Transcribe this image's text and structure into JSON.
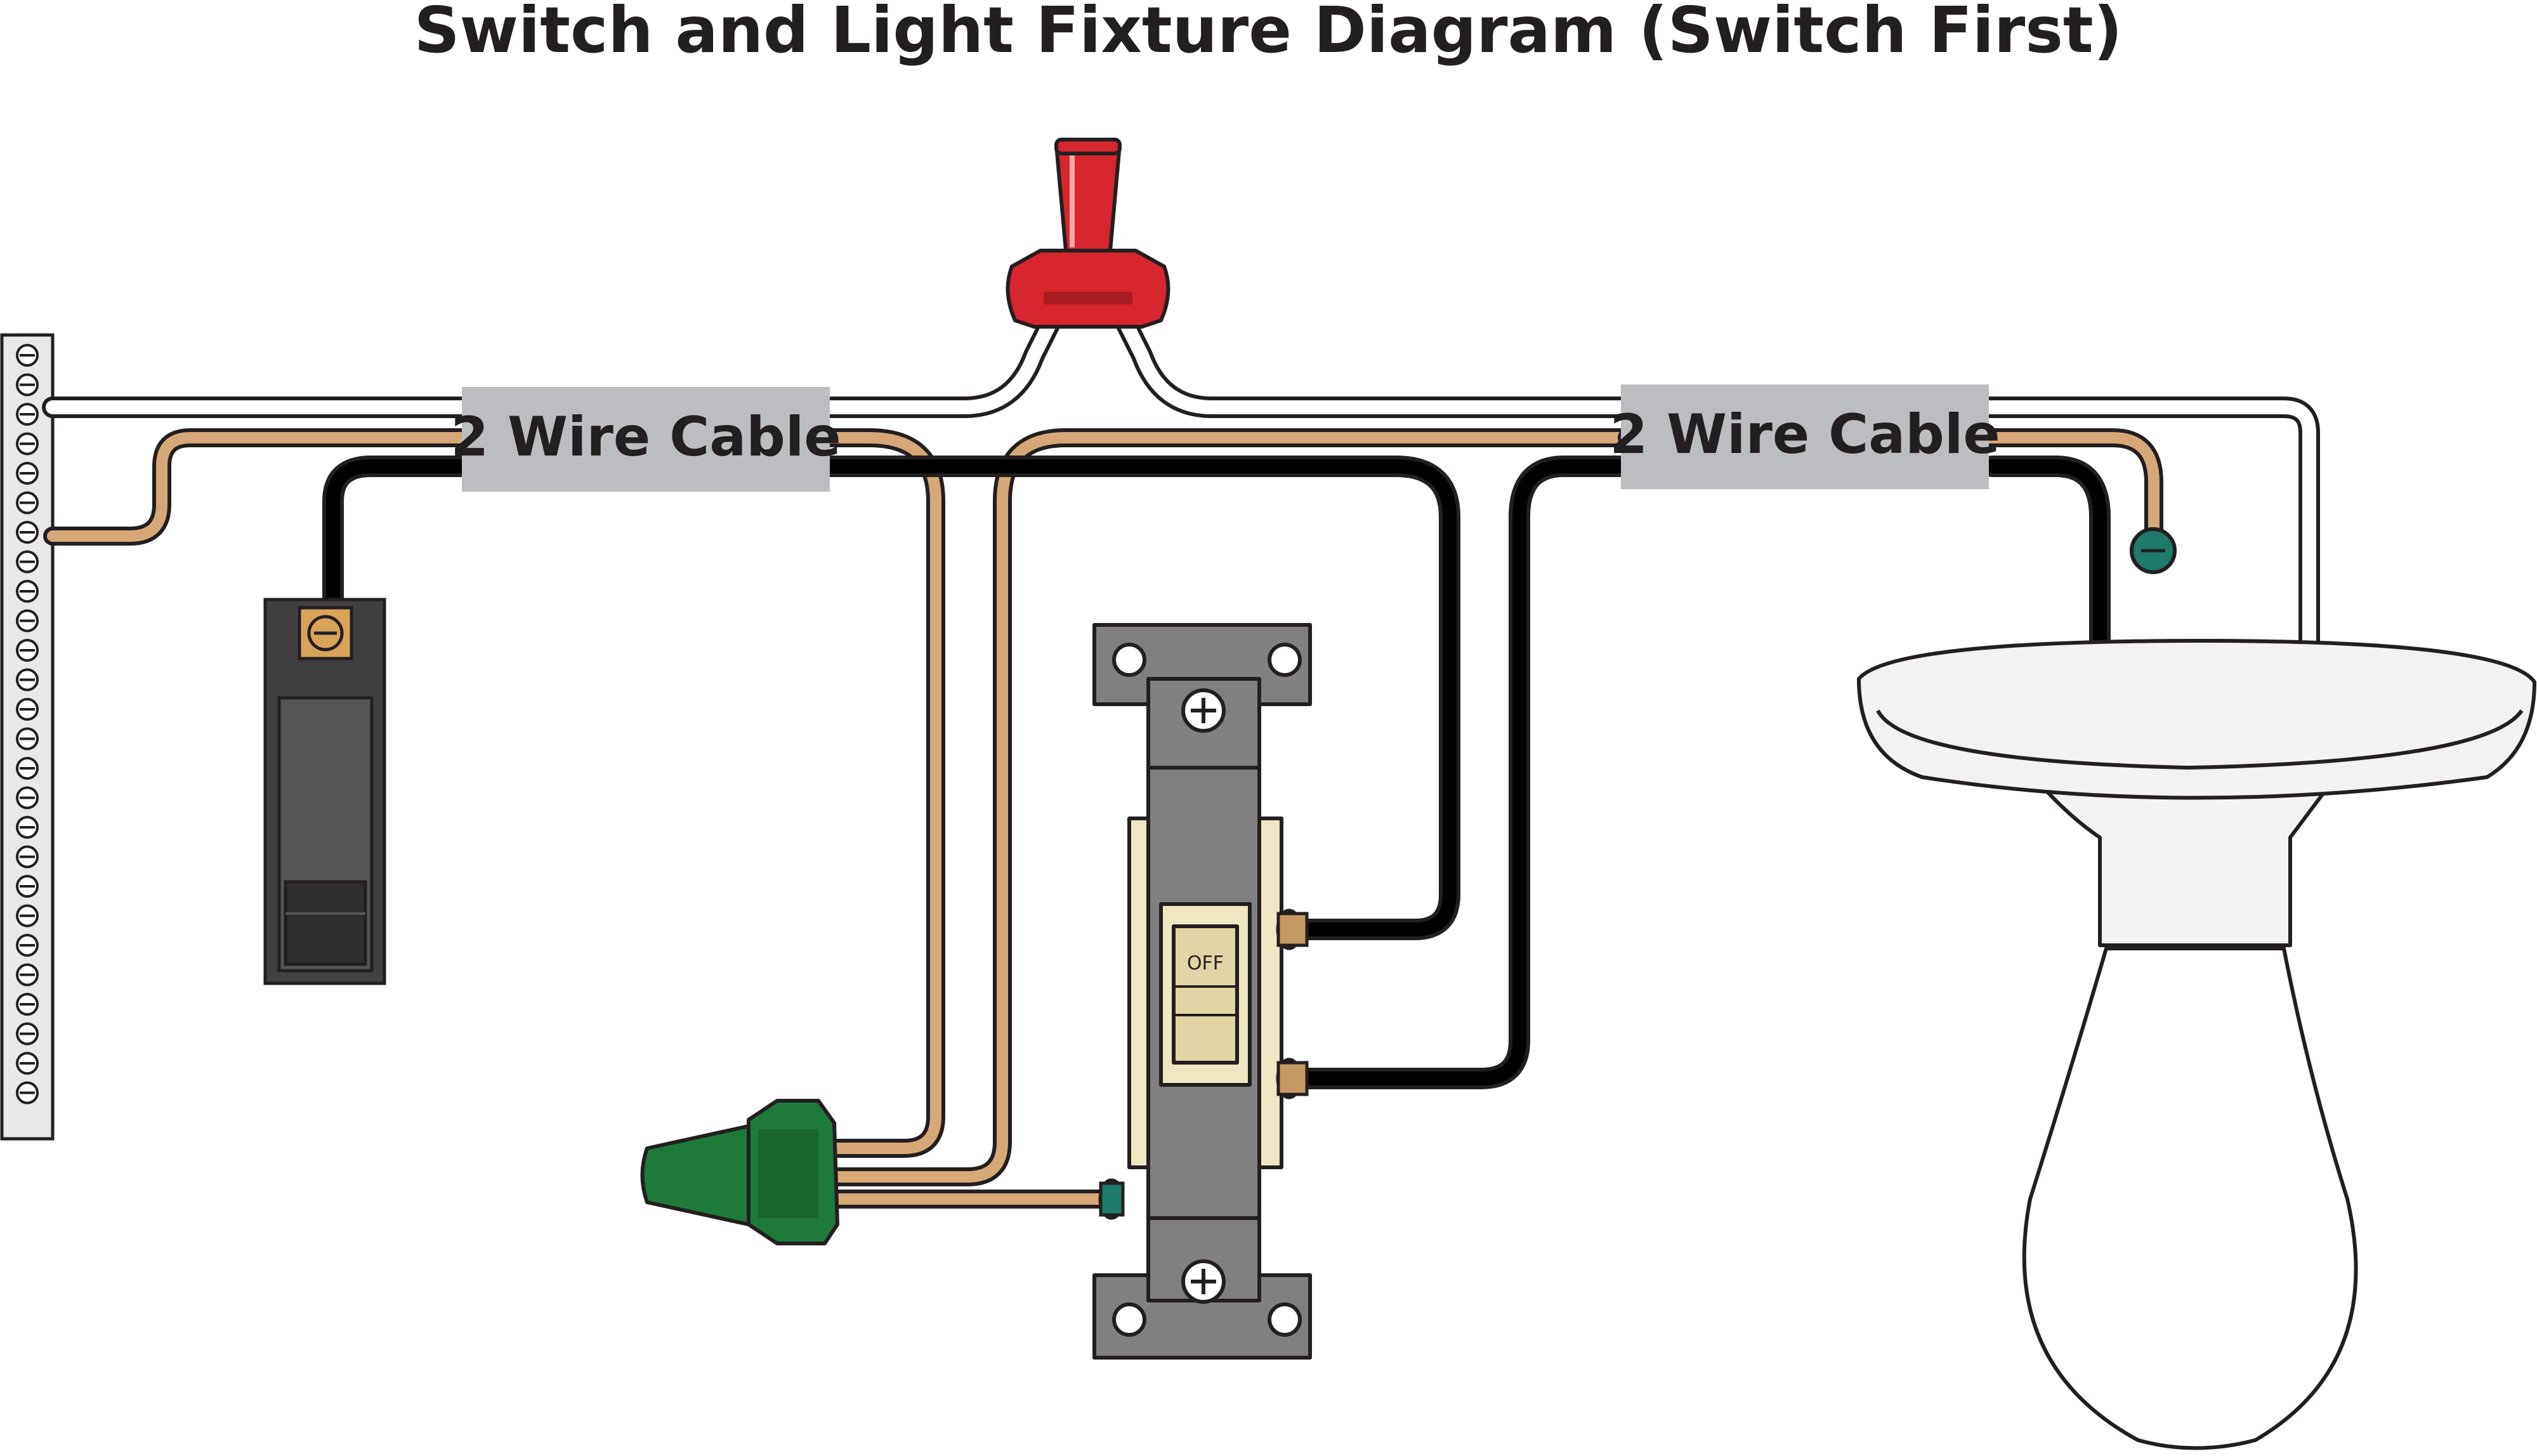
{
  "title": "Switch and Light Fixture Diagram (Switch First)",
  "cable_label_left": "2 Wire Cable",
  "cable_label_right": "2 Wire Cable",
  "switch_state": "OFF",
  "colors": {
    "hot": "#231f20",
    "neutral": "#ffffff",
    "ground": "#d7a877",
    "cable_jacket": "#bcbdc0",
    "red_connector": "#d7262e",
    "green_connector": "#1e7a3a",
    "switch_body": "#808080",
    "toggle": "#efe6c4",
    "breaker": "#404040",
    "bus_bar": "#e8e8e8",
    "fixture": "#f2f2f2"
  },
  "icons": {
    "wire_nut_top": "red-wire-nut-icon",
    "wire_nut_ground": "green-wire-nut-icon",
    "breaker": "circuit-breaker-icon",
    "bus_bar": "panel-bus-bar-icon",
    "switch": "single-pole-switch-icon",
    "fixture": "light-fixture-icon",
    "bulb": "light-bulb-icon"
  }
}
